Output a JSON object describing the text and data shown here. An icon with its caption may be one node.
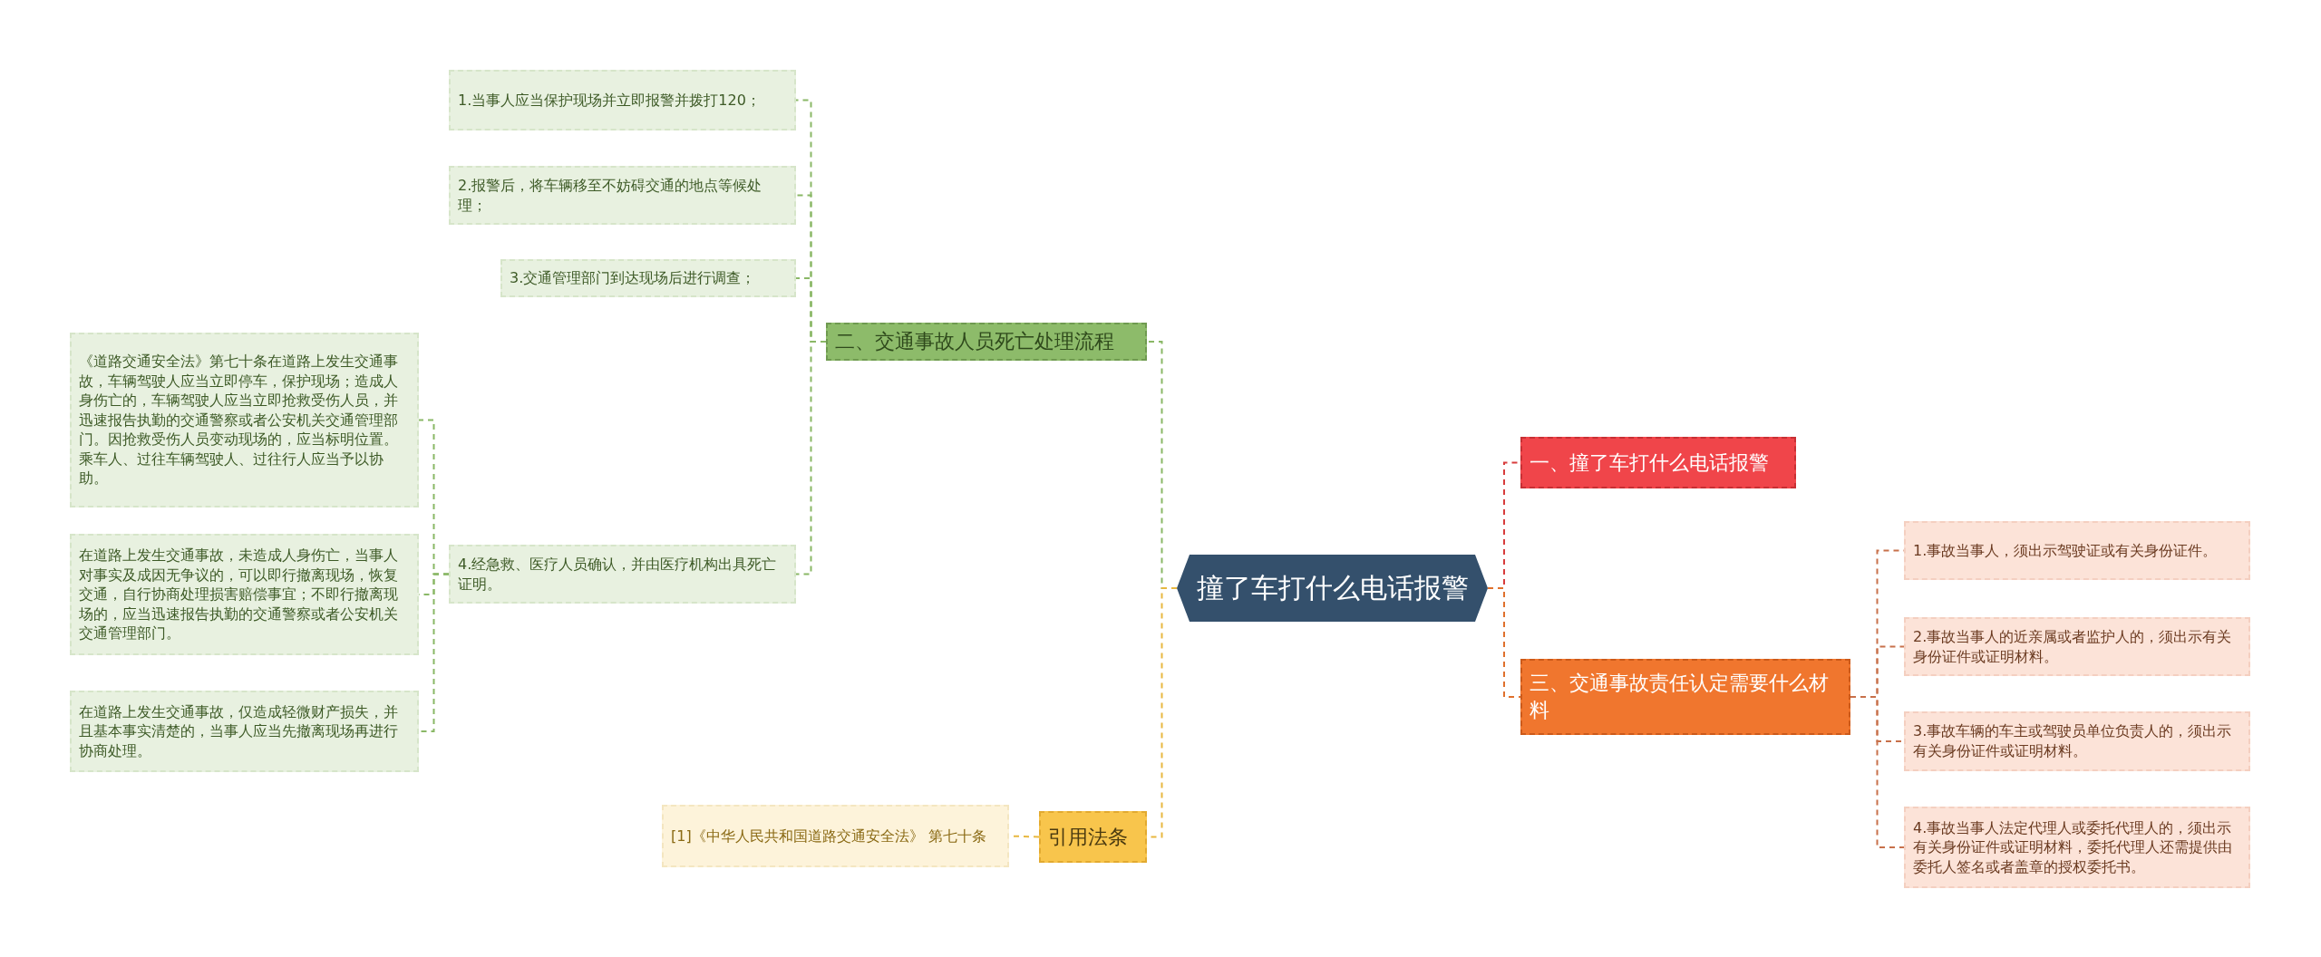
{
  "diagram": {
    "nodes": [
      {
        "text": [
          "撞了车打什么电话报警"
        ]
      },
      {
        "text": [
          "二、交通事故人员死亡处理流程"
        ]
      },
      {
        "text": [
          "1.当事人应当保护现场并立即报警并拨打120；"
        ]
      },
      {
        "text": [
          "2.报警后，将车辆移至不妨碍交通的地点等候处理；"
        ]
      },
      {
        "text": [
          "3.交通管理部门到达现场后进行调查；"
        ]
      },
      {
        "text": [
          "4.经急救、医疗人员确认，并由医疗机构出具死亡证明。"
        ]
      },
      {
        "text": [
          "《道路交通安全法》第七十条在道路上发生交通事故，车辆驾驶人应当立即停车，保护现场；造成人身伤亡的，车辆驾驶人应当立即抢救受伤人员，并迅速报告执勤的交通警察或者公安机关交通管理部门。因抢救受伤人员变动现场的，应当标明位置。乘车人、过往车辆驾驶人、过往行人应当予以协助。"
        ]
      },
      {
        "text": [
          "在道路上发生交通事故，未造成人身伤亡，当事人对事实及成因无争议的，可以即行撤离现场，恢复交通，自行协商处理损害赔偿事宜；不即行撤离现场的，应当迅速报告执勤的交通警察或者公安机关交通管理部门。"
        ]
      },
      {
        "text": [
          "在道路上发生交通事故，仅造成轻微财产损失，并且基本事实清楚的，当事人应当先撤离现场再进行协商处理。"
        ]
      },
      {
        "text": [
          "引用法条"
        ]
      },
      {
        "text": [
          "[1]《中华人民共和国道路交通安全法》 第七十条"
        ]
      },
      {
        "text": [
          "一、撞了车打什么电话报警"
        ]
      },
      {
        "text": [
          "三、交通事故责任认定需要什么材料"
        ]
      },
      {
        "text": [
          "1.事故当事人，须出示驾驶证或有关身份证件。"
        ]
      },
      {
        "text": [
          "2.事故当事人的近亲属或者监护人的，须出示有关身份证件或证明材料。"
        ]
      },
      {
        "text": [
          "3.事故车辆的车主或驾驶员单位负责人的，须出示有关身份证件或证明材料。"
        ]
      },
      {
        "text": [
          "4.事故当事人法定代理人或委托代理人的，须出示有关身份证件或证明材料，委托代理人还需提供由委托人签名或者盖章的授权委托书。"
        ]
      }
    ],
    "edges": [
      {
        "from": 0,
        "to": 1,
        "arrow": "none",
        "style": "dashed"
      },
      {
        "from": 1,
        "to": 2,
        "arrow": "none",
        "style": "dashed"
      },
      {
        "from": 1,
        "to": 3,
        "arrow": "none",
        "style": "dashed"
      },
      {
        "from": 1,
        "to": 4,
        "arrow": "none",
        "style": "dashed"
      },
      {
        "from": 1,
        "to": 5,
        "arrow": "none",
        "style": "dashed"
      },
      {
        "from": 5,
        "to": 6,
        "arrow": "none",
        "style": "dashed"
      },
      {
        "from": 5,
        "to": 7,
        "arrow": "none",
        "style": "dashed"
      },
      {
        "from": 5,
        "to": 8,
        "arrow": "none",
        "style": "dashed"
      },
      {
        "from": 0,
        "to": 9,
        "arrow": "none",
        "style": "dashed",
        "color": "#e8b840"
      },
      {
        "from": 9,
        "to": 10,
        "arrow": "none",
        "style": "dashed",
        "color": "#e8b840"
      },
      {
        "from": 0,
        "to": 11,
        "arrow": "none",
        "style": "dashed",
        "color": "#d83c3c"
      },
      {
        "from": 0,
        "to": 12,
        "arrow": "none",
        "style": "dashed",
        "color": "#e0702c"
      },
      {
        "from": 12,
        "to": 13,
        "arrow": "none",
        "style": "dashed",
        "color": "#c8704a"
      },
      {
        "from": 12,
        "to": 14,
        "arrow": "none",
        "style": "dashed",
        "color": "#c8704a"
      },
      {
        "from": 12,
        "to": 15,
        "arrow": "none",
        "style": "dashed",
        "color": "#c8704a"
      },
      {
        "from": 12,
        "to": 16,
        "arrow": "none",
        "style": "dashed",
        "color": "#c8704a"
      }
    ]
  }
}
